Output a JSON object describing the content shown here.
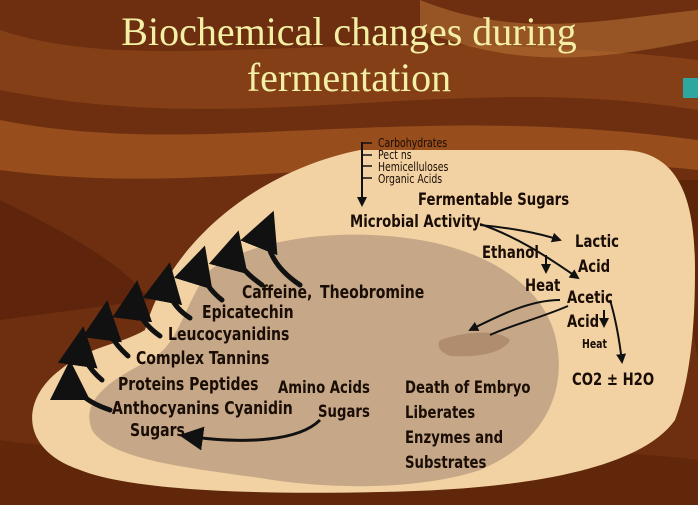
{
  "title_line1": "Biochemical changes during",
  "title_line2": "fermentation",
  "inputs": [
    "Carbohydrates",
    "Pect ns",
    "Hemicelluloses",
    "Organic Acids"
  ],
  "fermentable_sugars": "Fermentable Sugars",
  "microbial_activity": "Microbial Activity",
  "ethanol": "Ethanol",
  "lactic": "Lactic",
  "acid_1": "Acid",
  "heat_1": "Heat",
  "acetic": "Acetic",
  "acid_2": "Acid",
  "heat_2": "Heat",
  "co2_h2o": "CO2 ± H2O",
  "caffeine": "Caffeine,",
  "theobromine": "Theobromine",
  "epicatechin": "Epicatechin",
  "leucocyanidins": "Leucocyanidins",
  "complex_tannins": "Complex Tannins",
  "proteins_peptides": "Proteins Peptides",
  "anthocyanins_cyanidin": "Anthocyanins Cyanidin",
  "sugars_left": "Sugars",
  "amino_acids": "Amino Acids",
  "sugars_mid": "Sugars",
  "death_1": "Death of Embryo",
  "death_2": "Liberates",
  "death_3": "Enzymes and",
  "death_4": "Substrates",
  "colors": {
    "title": "#f3f0a6",
    "outer_bean": "#f2d2a3",
    "inner_bean": "#c6a888",
    "text": "#1a0d05",
    "background": "#6e2f10"
  }
}
